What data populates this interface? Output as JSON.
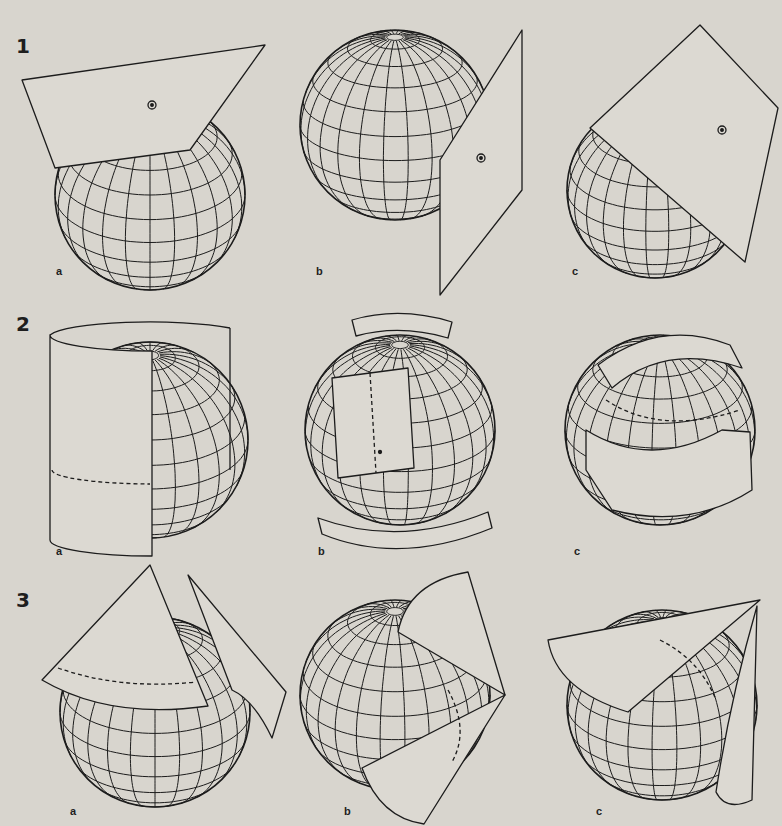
{
  "diagram": {
    "labels": [
      "1",
      "a",
      "b",
      "c",
      "2",
      "a",
      "b",
      "c",
      "3",
      "a",
      "b",
      "c"
    ]
  }
}
